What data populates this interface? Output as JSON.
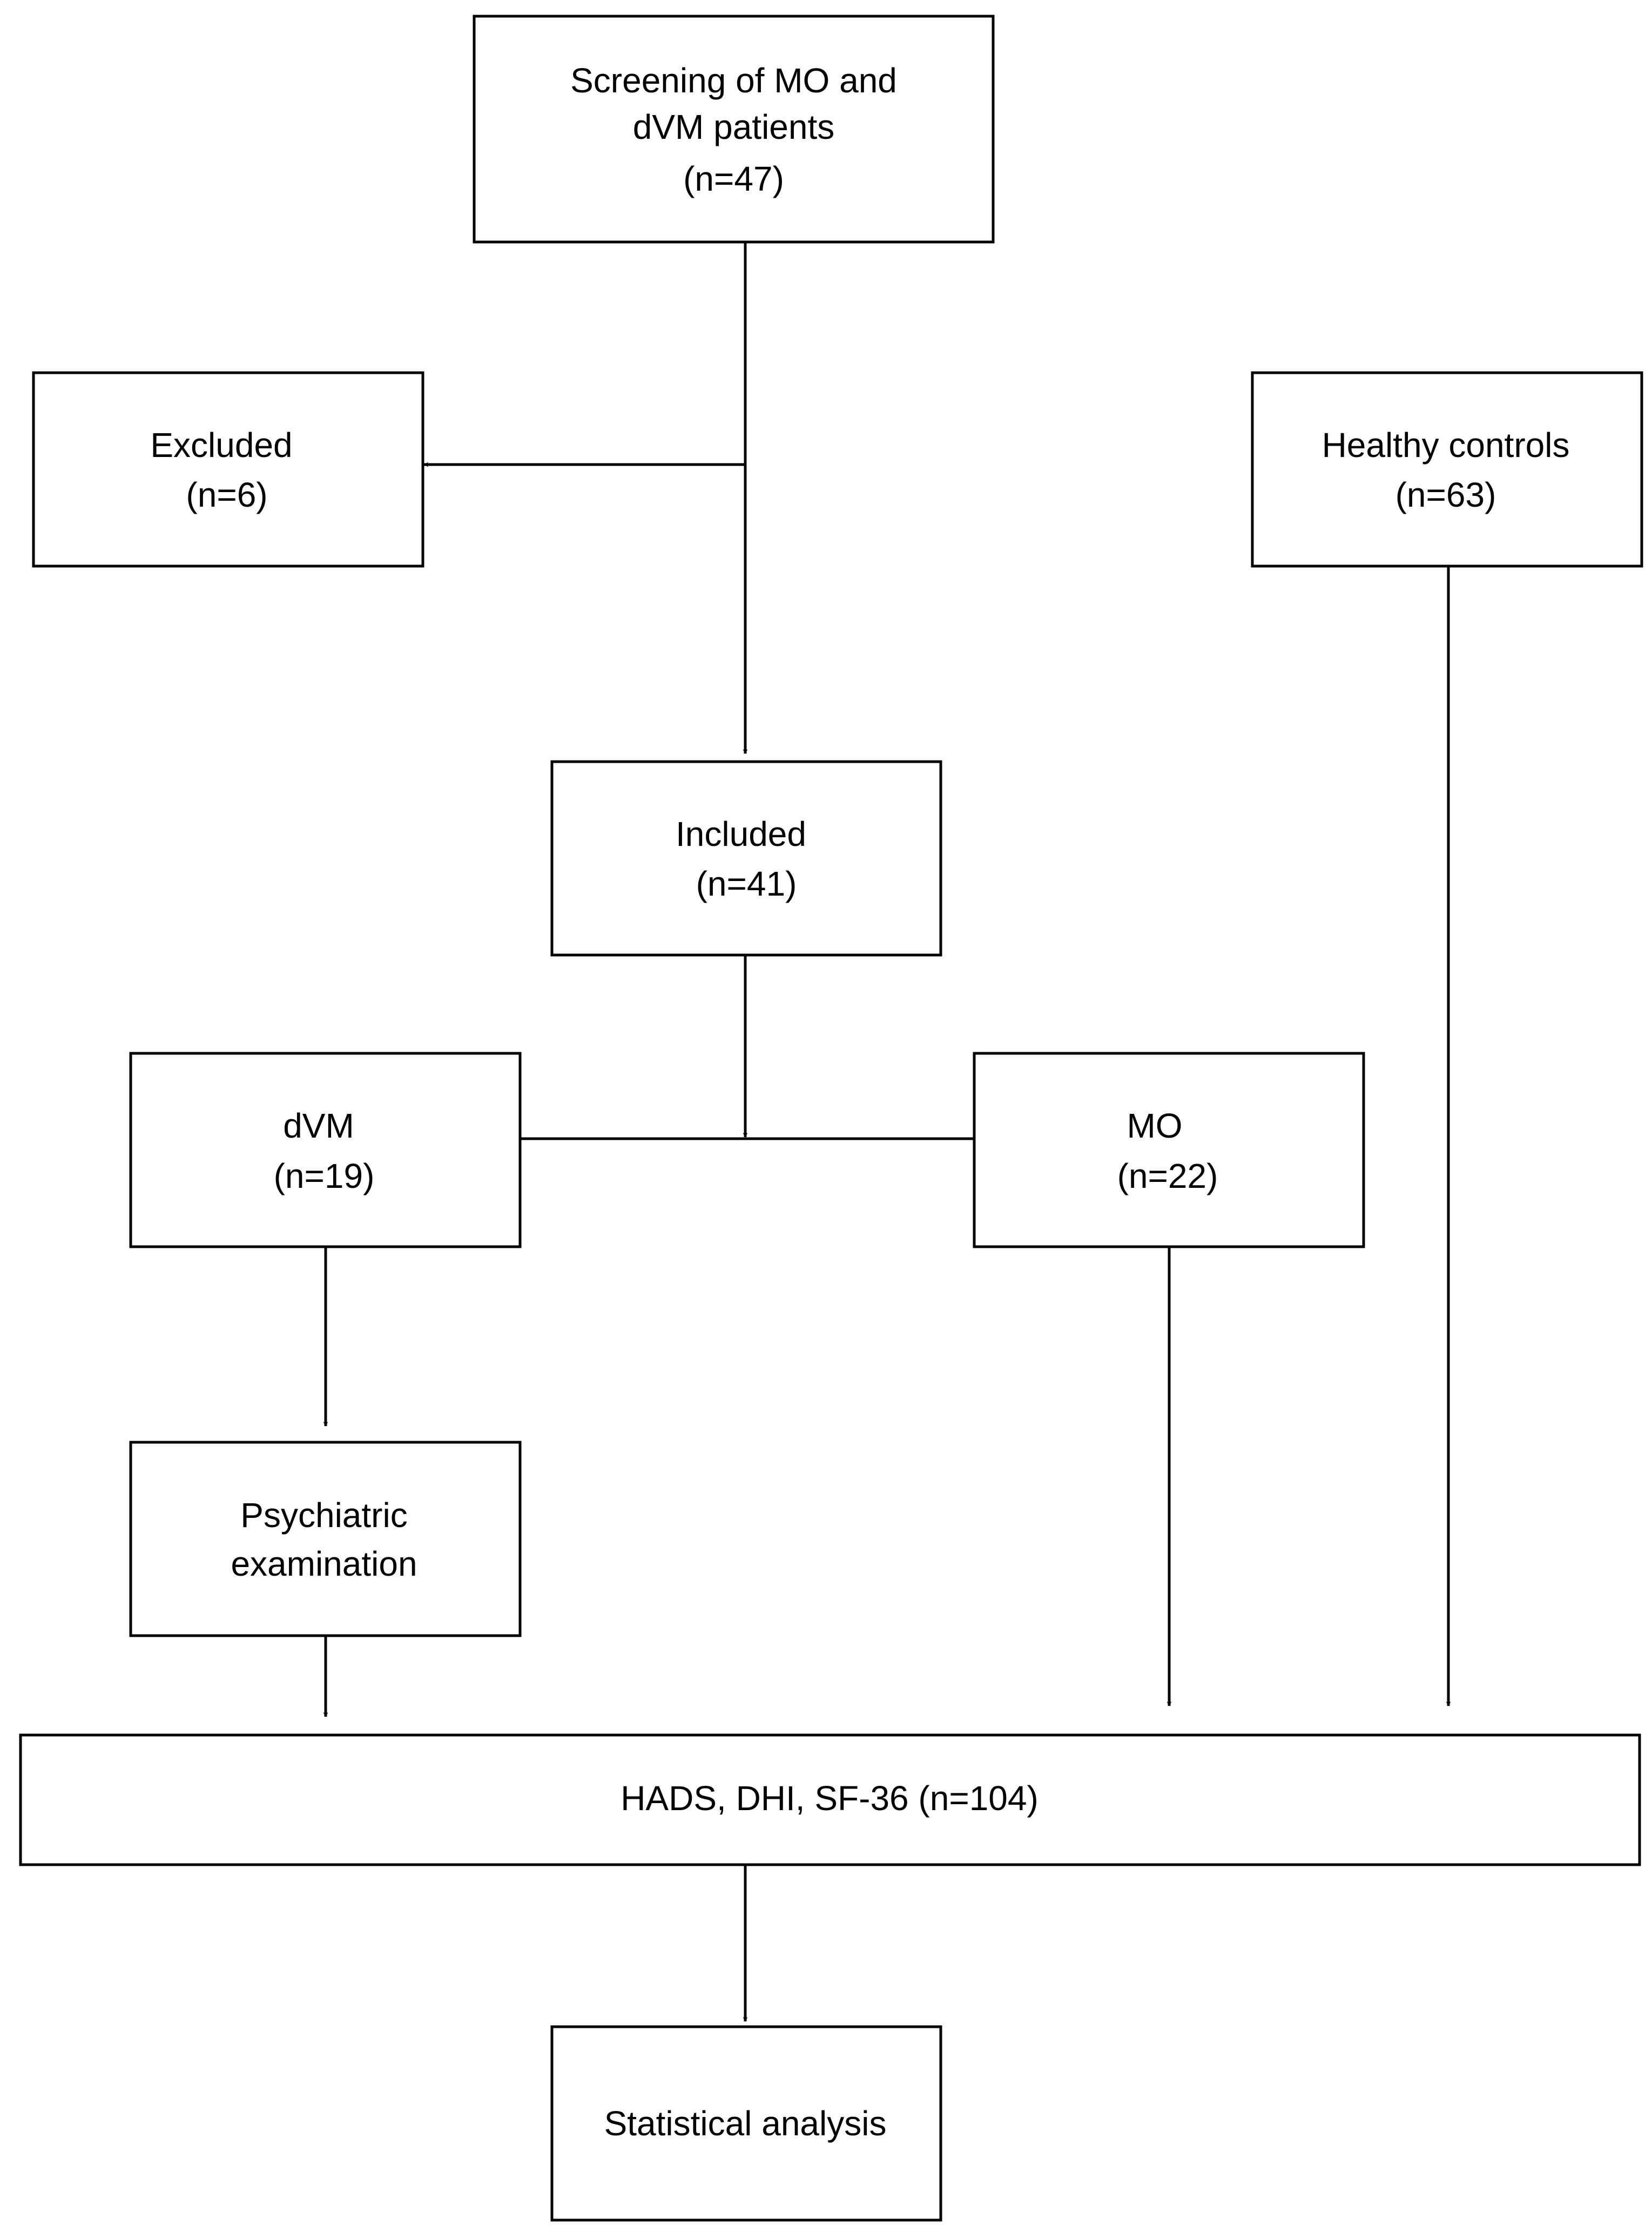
{
  "boxes": {
    "screening": {
      "lines": [
        "Screening of MO and",
        "dVM patients",
        "(n=47)"
      ]
    },
    "excluded": {
      "lines": [
        "Excluded",
        "(n=6)"
      ]
    },
    "healthy_controls": {
      "lines": [
        "Healthy controls",
        "(n=63)"
      ]
    },
    "included": {
      "lines": [
        "Included",
        "(n=41)"
      ]
    },
    "dvm": {
      "lines": [
        "dVM",
        "(n=19)"
      ]
    },
    "mo": {
      "lines": [
        "MO",
        "(n=22)"
      ]
    },
    "psychiatric": {
      "lines": [
        "Psychiatric",
        "examination"
      ]
    },
    "questionnaires": {
      "lines": [
        "HADS, DHI, SF-36 (n=104)"
      ]
    },
    "statistical": {
      "lines": [
        "Statistical analysis"
      ]
    }
  },
  "colors": {
    "stroke": "#000000",
    "background": "#ffffff",
    "text": "#000000"
  }
}
